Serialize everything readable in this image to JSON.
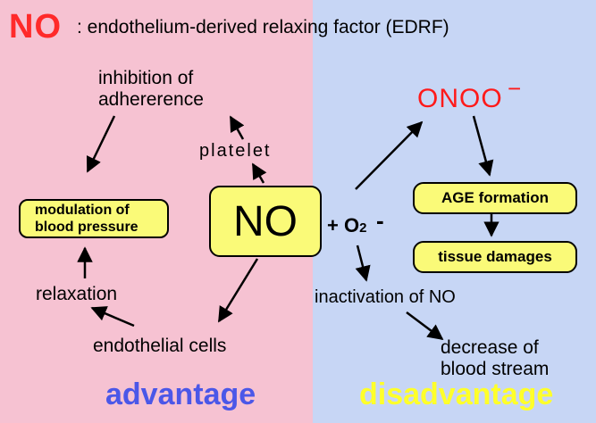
{
  "title": {
    "main": "NO",
    "subtitle": ": endothelium-derived relaxing factor (EDRF)"
  },
  "left": {
    "inhibition": [
      "inhibition of",
      "adhererence"
    ],
    "platelet": "platelet",
    "modulation": [
      "modulation of",
      "blood pressure"
    ],
    "no_center": "NO",
    "relaxation": "relaxation",
    "endothelial": "endothelial cells",
    "label": "advantage"
  },
  "right": {
    "onoo": "ONOO",
    "onoo_charge": "−",
    "o2_prefix": "+ O",
    "o2_sub": "2",
    "o2_charge": "-",
    "age": "AGE formation",
    "tissue": "tissue damages",
    "inactivation": "inactivation of NO",
    "decrease": [
      "decrease of",
      "blood stream"
    ],
    "label": "disadvantage"
  },
  "colors": {
    "left_bg": "#f6c2d2",
    "right_bg": "#c7d6f5",
    "box_fill": "#fafa78",
    "title_red": "#ff2a2a",
    "advantage": "#4b57e8",
    "disadvantage": "#ffff2a"
  }
}
